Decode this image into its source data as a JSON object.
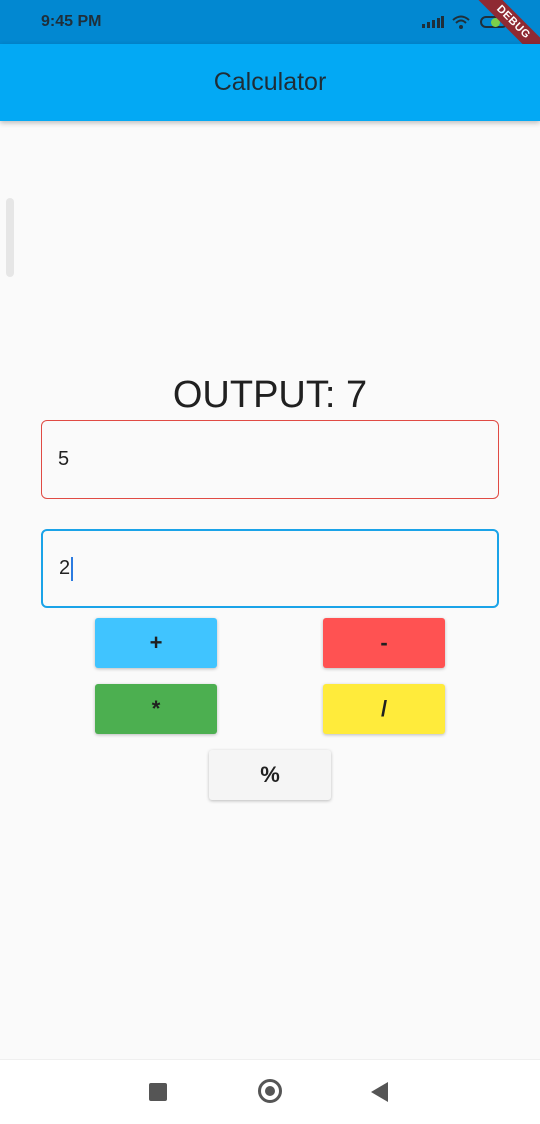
{
  "status_bar": {
    "time": "9:45 PM",
    "icons": [
      "signal-icon",
      "wifi-icon",
      "battery-icon"
    ],
    "debug_banner": "DEBUG"
  },
  "app_bar": {
    "title": "Calculator",
    "color": "#03a9f4"
  },
  "output": {
    "text": "OUTPUT: 7"
  },
  "inputs": [
    {
      "value": "5",
      "border_color": "#e04b44"
    },
    {
      "value": "2",
      "border_color": "#1aa3e8",
      "focused": true
    }
  ],
  "buttons": [
    {
      "label": "+",
      "color": "#40c4ff"
    },
    {
      "label": "-",
      "color": "#ff5252"
    },
    {
      "label": "*",
      "color": "#4caf50"
    },
    {
      "label": "/",
      "color": "#ffeb3b"
    },
    {
      "label": "%",
      "color": "#f5f5f5"
    }
  ],
  "nav_bar": {
    "icons": [
      "recents-icon",
      "home-icon",
      "back-icon"
    ]
  }
}
